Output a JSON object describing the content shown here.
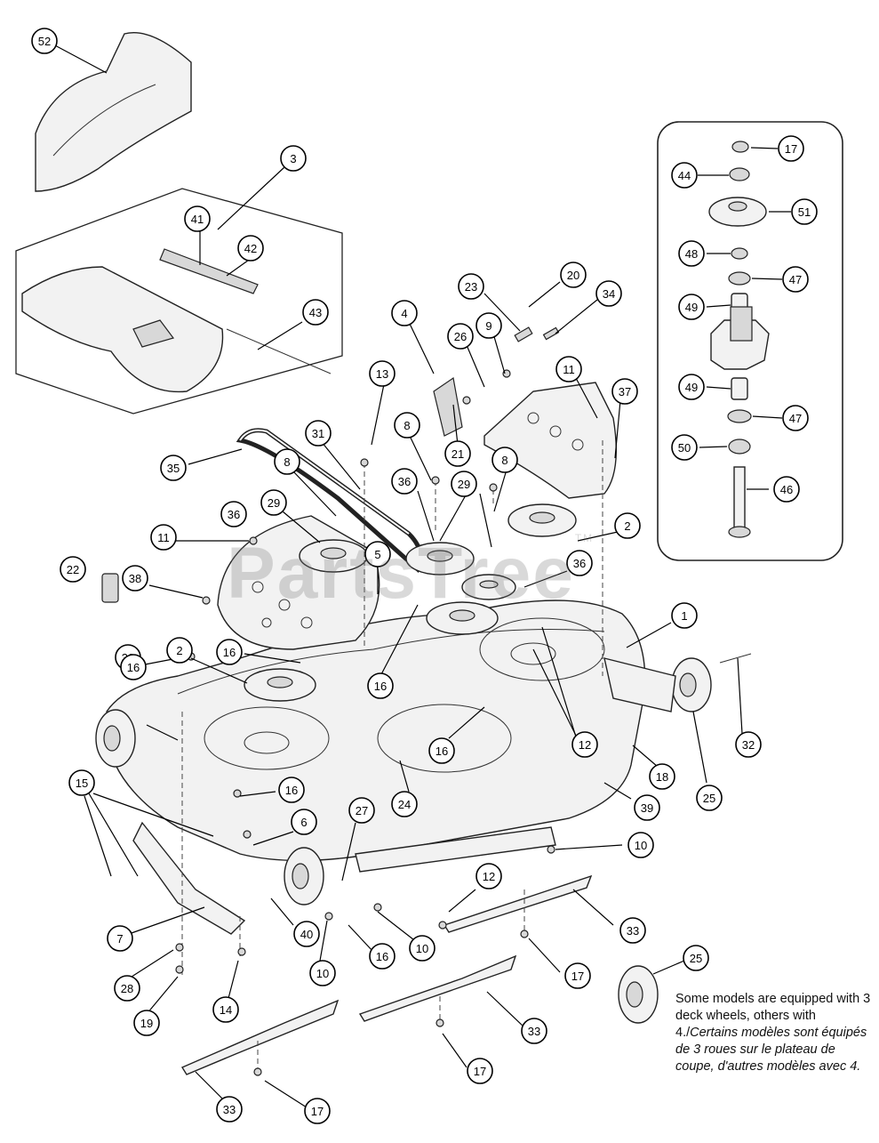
{
  "watermark": {
    "text": "PartsTree",
    "mark": "TM"
  },
  "note": {
    "line_en": "Some models are equipped with 3 deck wheels, others with 4./",
    "line_fr": "Certains modèles sont équipés de 3 roues sur le plateau de coupe, d'autres modèles avec 4."
  },
  "callouts": [
    {
      "id": "c52",
      "label": "52"
    },
    {
      "id": "c3",
      "label": "3"
    },
    {
      "id": "c41",
      "label": "41"
    },
    {
      "id": "c42",
      "label": "42"
    },
    {
      "id": "c43",
      "label": "43"
    },
    {
      "id": "c23",
      "label": "23"
    },
    {
      "id": "c20",
      "label": "20"
    },
    {
      "id": "c34",
      "label": "34"
    },
    {
      "id": "c4",
      "label": "4"
    },
    {
      "id": "c26",
      "label": "26"
    },
    {
      "id": "c9",
      "label": "9"
    },
    {
      "id": "c13",
      "label": "13"
    },
    {
      "id": "c11a",
      "label": "11"
    },
    {
      "id": "c37",
      "label": "37"
    },
    {
      "id": "c8a",
      "label": "8"
    },
    {
      "id": "c31",
      "label": "31"
    },
    {
      "id": "c21",
      "label": "21"
    },
    {
      "id": "c35",
      "label": "35"
    },
    {
      "id": "c8b",
      "label": "8"
    },
    {
      "id": "c36a",
      "label": "36"
    },
    {
      "id": "c29a",
      "label": "29"
    },
    {
      "id": "c8c",
      "label": "8"
    },
    {
      "id": "c36b",
      "label": "36"
    },
    {
      "id": "c29b",
      "label": "29"
    },
    {
      "id": "c2a",
      "label": "2"
    },
    {
      "id": "c11b",
      "label": "11"
    },
    {
      "id": "c5",
      "label": "5"
    },
    {
      "id": "c36c",
      "label": "36"
    },
    {
      "id": "c22",
      "label": "22"
    },
    {
      "id": "c38",
      "label": "38"
    },
    {
      "id": "c1",
      "label": "1"
    },
    {
      "id": "c2b",
      "label": "2"
    },
    {
      "id": "c16a",
      "label": "16"
    },
    {
      "id": "c16b",
      "label": "16"
    },
    {
      "id": "c30",
      "label": "30"
    },
    {
      "id": "c12a",
      "label": "12"
    },
    {
      "id": "c16c",
      "label": "16"
    },
    {
      "id": "c16d",
      "label": "16"
    },
    {
      "id": "c32",
      "label": "32"
    },
    {
      "id": "c18",
      "label": "18"
    },
    {
      "id": "c15",
      "label": "15"
    },
    {
      "id": "c16e",
      "label": "16"
    },
    {
      "id": "c24",
      "label": "24"
    },
    {
      "id": "c25a",
      "label": "25"
    },
    {
      "id": "c39",
      "label": "39"
    },
    {
      "id": "c6",
      "label": "6"
    },
    {
      "id": "c27",
      "label": "27"
    },
    {
      "id": "c10a",
      "label": "10"
    },
    {
      "id": "c12b",
      "label": "12"
    },
    {
      "id": "c7",
      "label": "7"
    },
    {
      "id": "c40",
      "label": "40"
    },
    {
      "id": "c33a",
      "label": "33"
    },
    {
      "id": "c16f",
      "label": "16"
    },
    {
      "id": "c10b",
      "label": "10"
    },
    {
      "id": "c10c",
      "label": "10"
    },
    {
      "id": "c28",
      "label": "28"
    },
    {
      "id": "c17a",
      "label": "17"
    },
    {
      "id": "c25b",
      "label": "25"
    },
    {
      "id": "c14",
      "label": "14"
    },
    {
      "id": "c19",
      "label": "19"
    },
    {
      "id": "c33b",
      "label": "33"
    },
    {
      "id": "c17b",
      "label": "17"
    },
    {
      "id": "c33c",
      "label": "33"
    },
    {
      "id": "c17c",
      "label": "17"
    },
    {
      "id": "i17",
      "label": "17"
    },
    {
      "id": "i44",
      "label": "44"
    },
    {
      "id": "i51",
      "label": "51"
    },
    {
      "id": "i48",
      "label": "48"
    },
    {
      "id": "i47a",
      "label": "47"
    },
    {
      "id": "i49a",
      "label": "49"
    },
    {
      "id": "i49b",
      "label": "49"
    },
    {
      "id": "i47b",
      "label": "47"
    },
    {
      "id": "i50",
      "label": "50"
    },
    {
      "id": "i46",
      "label": "46"
    }
  ]
}
